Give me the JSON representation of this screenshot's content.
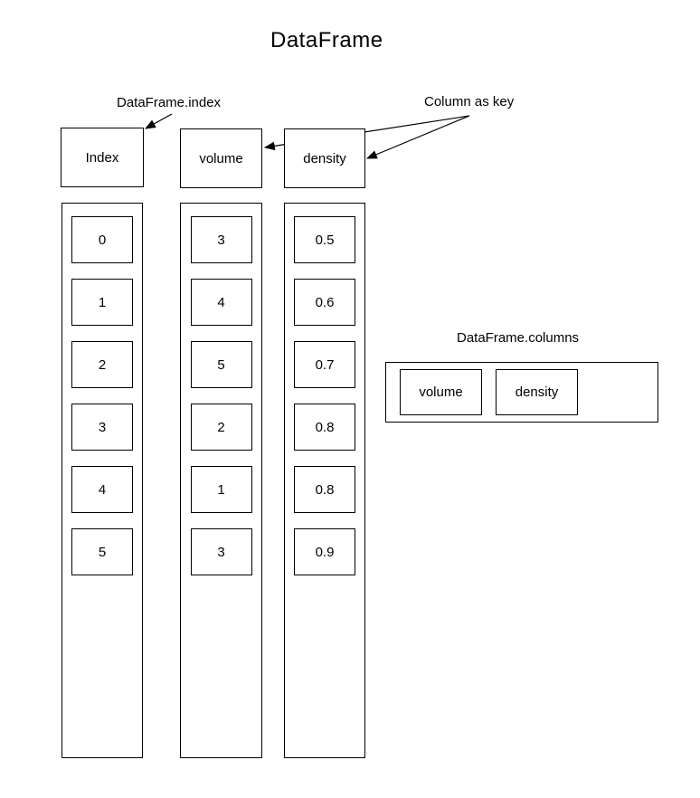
{
  "title": "DataFrame",
  "annotations": {
    "index_label": "DataFrame.index",
    "column_key_label": "Column as key",
    "columns_label": "DataFrame.columns"
  },
  "dataframe": {
    "index": {
      "header": "Index",
      "values": [
        "0",
        "1",
        "2",
        "3",
        "4",
        "5"
      ]
    },
    "columns": [
      {
        "header": "volume",
        "values": [
          "3",
          "4",
          "5",
          "2",
          "1",
          "3"
        ]
      },
      {
        "header": "density",
        "values": [
          "0.5",
          "0.6",
          "0.7",
          "0.8",
          "0.8",
          "0.9"
        ]
      }
    ]
  },
  "columns_box": {
    "items": [
      "volume",
      "density"
    ]
  },
  "colors": {
    "background": "#ffffff",
    "line": "#000000",
    "text": "#000000"
  }
}
